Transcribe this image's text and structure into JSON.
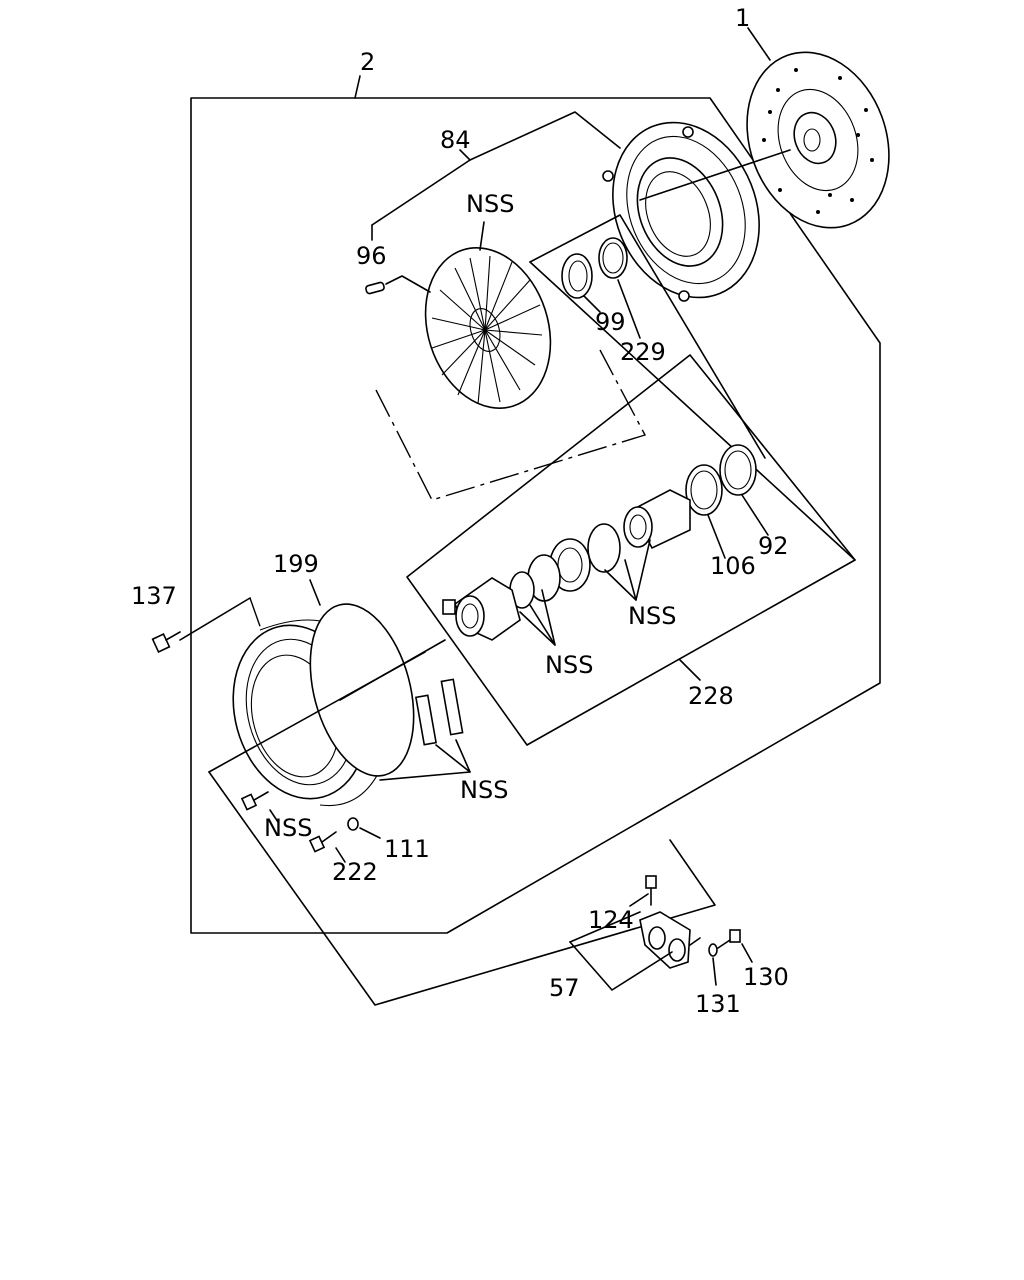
{
  "labels": {
    "l1": "1",
    "l2": "2",
    "l84": "84",
    "nss_disc": "NSS",
    "l96": "96",
    "l99": "99",
    "l229": "229",
    "l92": "92",
    "l106": "106",
    "nss_bearing_top": "NSS",
    "nss_bearing_mid": "NSS",
    "l228": "228",
    "l137": "137",
    "l199": "199",
    "nss_housing": "NSS",
    "nss_bolt": "NSS",
    "l111": "111",
    "l222": "222",
    "l124": "124",
    "l57": "57",
    "l130": "130",
    "l131": "131"
  },
  "colors": {
    "ink": "#000000",
    "paper": "#ffffff"
  }
}
